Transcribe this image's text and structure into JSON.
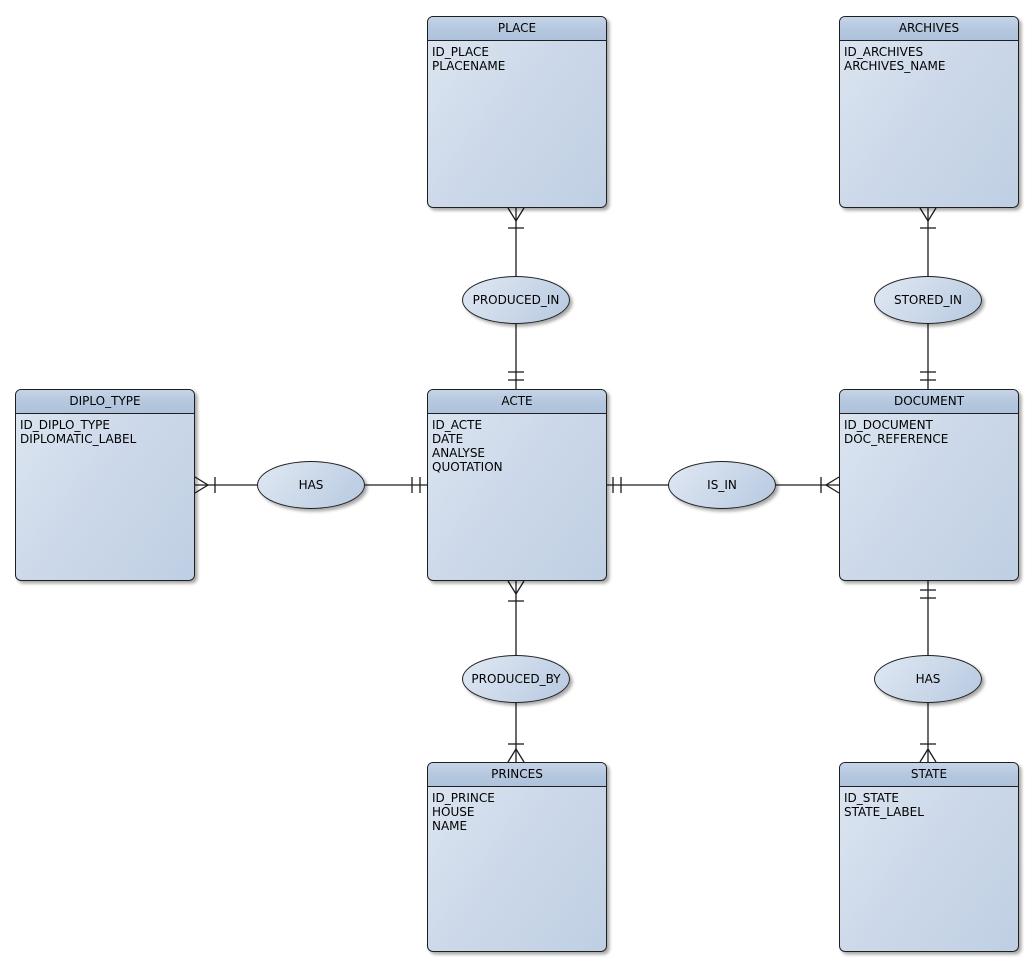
{
  "diagram": {
    "type": "entity-relationship",
    "notation": "crow-foot cardinality marks with ellipse relationship nodes",
    "background_color": "#ffffff",
    "node_border_color": "#1f1f1f",
    "node_header_color": "#b7c9e0",
    "node_body_color": "#ccd9ea",
    "line_color": "#1c1c1c"
  },
  "entities": {
    "place": {
      "title": "PLACE",
      "attributes": [
        "ID_PLACE",
        "PLACENAME"
      ]
    },
    "archives": {
      "title": "ARCHIVES",
      "attributes": [
        "ID_ARCHIVES",
        "ARCHIVES_NAME"
      ]
    },
    "diplo_type": {
      "title": "DIPLO_TYPE",
      "attributes": [
        "ID_DIPLO_TYPE",
        "DIPLOMATIC_LABEL"
      ]
    },
    "acte": {
      "title": "ACTE",
      "attributes": [
        "ID_ACTE",
        "DATE",
        "ANALYSE",
        "QUOTATION"
      ]
    },
    "document": {
      "title": "DOCUMENT",
      "attributes": [
        "ID_DOCUMENT",
        "DOC_REFERENCE"
      ]
    },
    "princes": {
      "title": "PRINCES",
      "attributes": [
        "ID_PRINCE",
        "HOUSE",
        "NAME"
      ]
    },
    "state": {
      "title": "STATE",
      "attributes": [
        "ID_STATE",
        "STATE_LABEL"
      ]
    }
  },
  "relationships": {
    "produced_in": {
      "label": "PRODUCED_IN",
      "from": "PLACE",
      "to": "ACTE",
      "from_end": "crow-foot + tick",
      "to_end": "double tick"
    },
    "stored_in": {
      "label": "STORED_IN",
      "from": "ARCHIVES",
      "to": "DOCUMENT",
      "from_end": "crow-foot + tick",
      "to_end": "double tick"
    },
    "has_diplo": {
      "label": "HAS",
      "from": "DIPLO_TYPE",
      "to": "ACTE",
      "from_end": "crow-foot + tick",
      "to_end": "double tick"
    },
    "is_in": {
      "label": "IS_IN",
      "from": "ACTE",
      "to": "DOCUMENT",
      "from_end": "double tick",
      "to_end": "tick + crow-foot"
    },
    "produced_by": {
      "label": "PRODUCED_BY",
      "from": "ACTE",
      "to": "PRINCES",
      "from_end": "crow-foot + tick",
      "to_end": "tick + crow-foot"
    },
    "has_state": {
      "label": "HAS",
      "from": "DOCUMENT",
      "to": "STATE",
      "from_end": "double tick",
      "to_end": "tick + crow-foot"
    }
  }
}
